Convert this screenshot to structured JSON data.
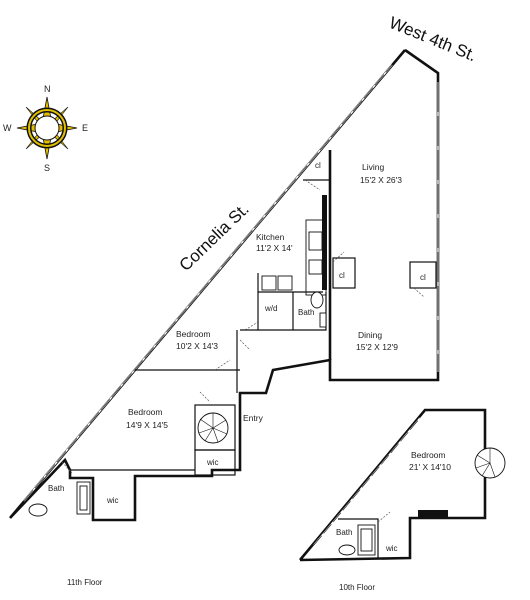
{
  "streets": {
    "west_4th": "West 4th St.",
    "cornelia": "Cornelia St."
  },
  "compass": {
    "north": "N",
    "south": "S",
    "east": "E",
    "west": "W",
    "accent": "#e0c000"
  },
  "floors": {
    "upper": "11th Floor",
    "lower": "10th Floor"
  },
  "rooms": {
    "living": {
      "name": "Living",
      "dims": "15'2 X 26'3"
    },
    "kitchen": {
      "name": "Kitchen",
      "dims": "11'2 X 14'"
    },
    "dining": {
      "name": "Dining",
      "dims": "15'2 X 12'9"
    },
    "bedroom_1": {
      "name": "Bedroom",
      "dims": "10'2 X 14'3"
    },
    "bedroom_2": {
      "name": "Bedroom",
      "dims": "14'9 X 14'5"
    },
    "bedroom_3": {
      "name": "Bedroom",
      "dims": "21' X 14'10"
    },
    "entry": "Entry",
    "bath_main": "Bath",
    "bath_upper": "Bath",
    "bath_lower": "Bath",
    "wd": "w/d",
    "closet_living_top": "cl",
    "closet_kitchen": "cl",
    "closet_living_right": "cl",
    "wic_entry": "wic",
    "wic_upper": "wic",
    "wic_lower": "wic"
  }
}
